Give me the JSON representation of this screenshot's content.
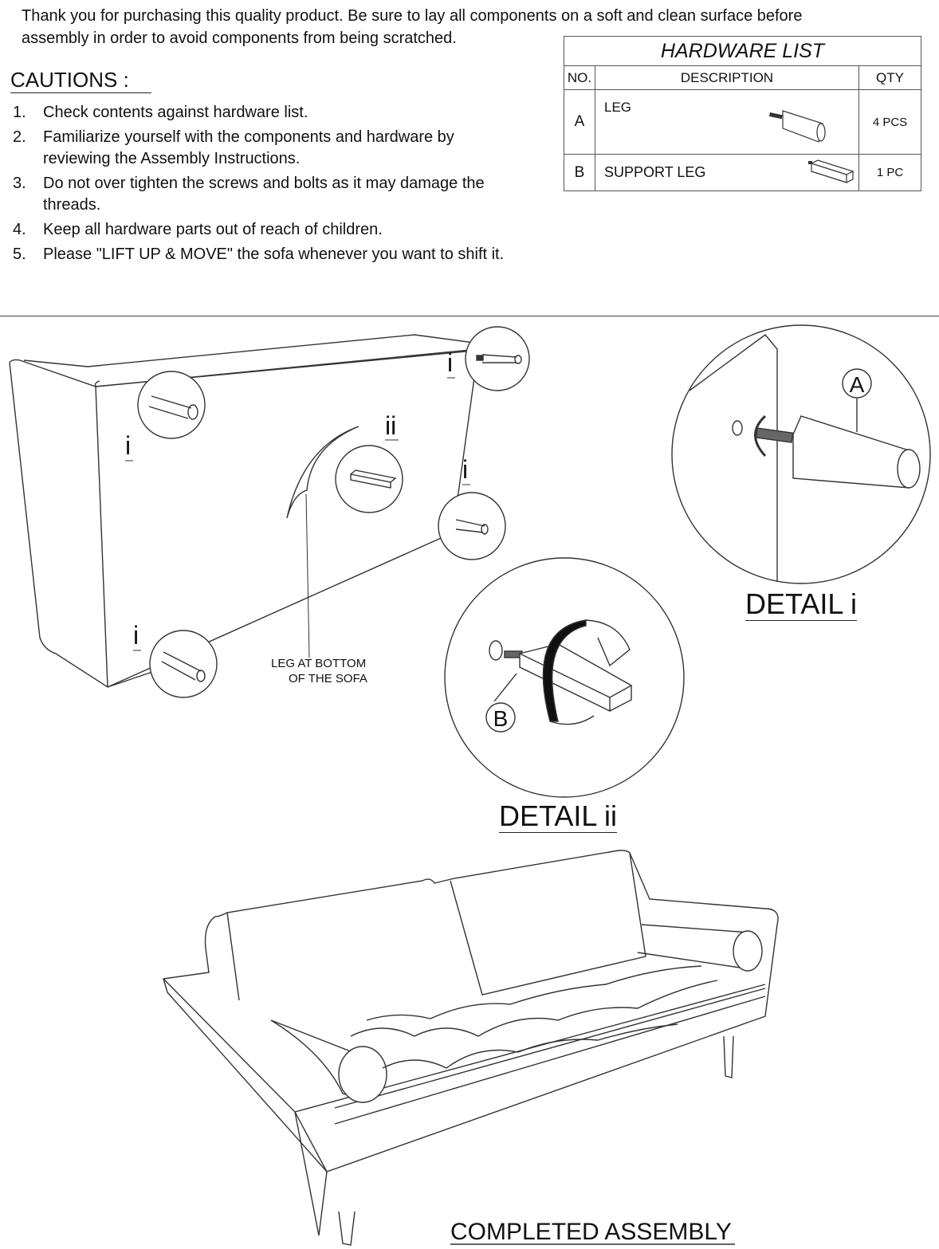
{
  "intro": {
    "line1": "Thank you for purchasing this quality product. Be sure to lay all components on a soft and clean surface before",
    "line2": "assembly in order to avoid components from being scratched."
  },
  "cautions": {
    "heading": "CAUTIONS  :",
    "items": [
      {
        "num": "1.",
        "text": "Check contents against hardware list."
      },
      {
        "num": "2.",
        "text": "Familiarize yourself with the components and hardware by reviewing the Assembly Instructions."
      },
      {
        "num": "3.",
        "text": "Do not over tighten the screws and bolts as it may damage the threads."
      },
      {
        "num": "4.",
        "text": "Keep all hardware parts out of  reach of children."
      },
      {
        "num": "5.",
        "text": "Please \"LIFT UP & MOVE\" the sofa  whenever you want to shift it."
      }
    ]
  },
  "hardware_list": {
    "title": "HARDWARE LIST",
    "headers": {
      "no": "NO.",
      "description": "DESCRIPTION",
      "qty": "QTY"
    },
    "rows": [
      {
        "no": "A",
        "description": "LEG",
        "qty": "4 PCS"
      },
      {
        "no": "B",
        "description": "SUPPORT LEG",
        "qty": "1 PC"
      }
    ]
  },
  "diagram": {
    "marker_i": "i",
    "marker_ii": "ii",
    "leg_note_line1": "LEG AT BOTTOM",
    "leg_note_line2": "OF THE SOFA",
    "callout_a": "A",
    "callout_b": "B",
    "detail_i_label": "DETAIL i",
    "detail_ii_label": "DETAIL ii",
    "completed_label": "COMPLETED  ASSEMBLY"
  }
}
